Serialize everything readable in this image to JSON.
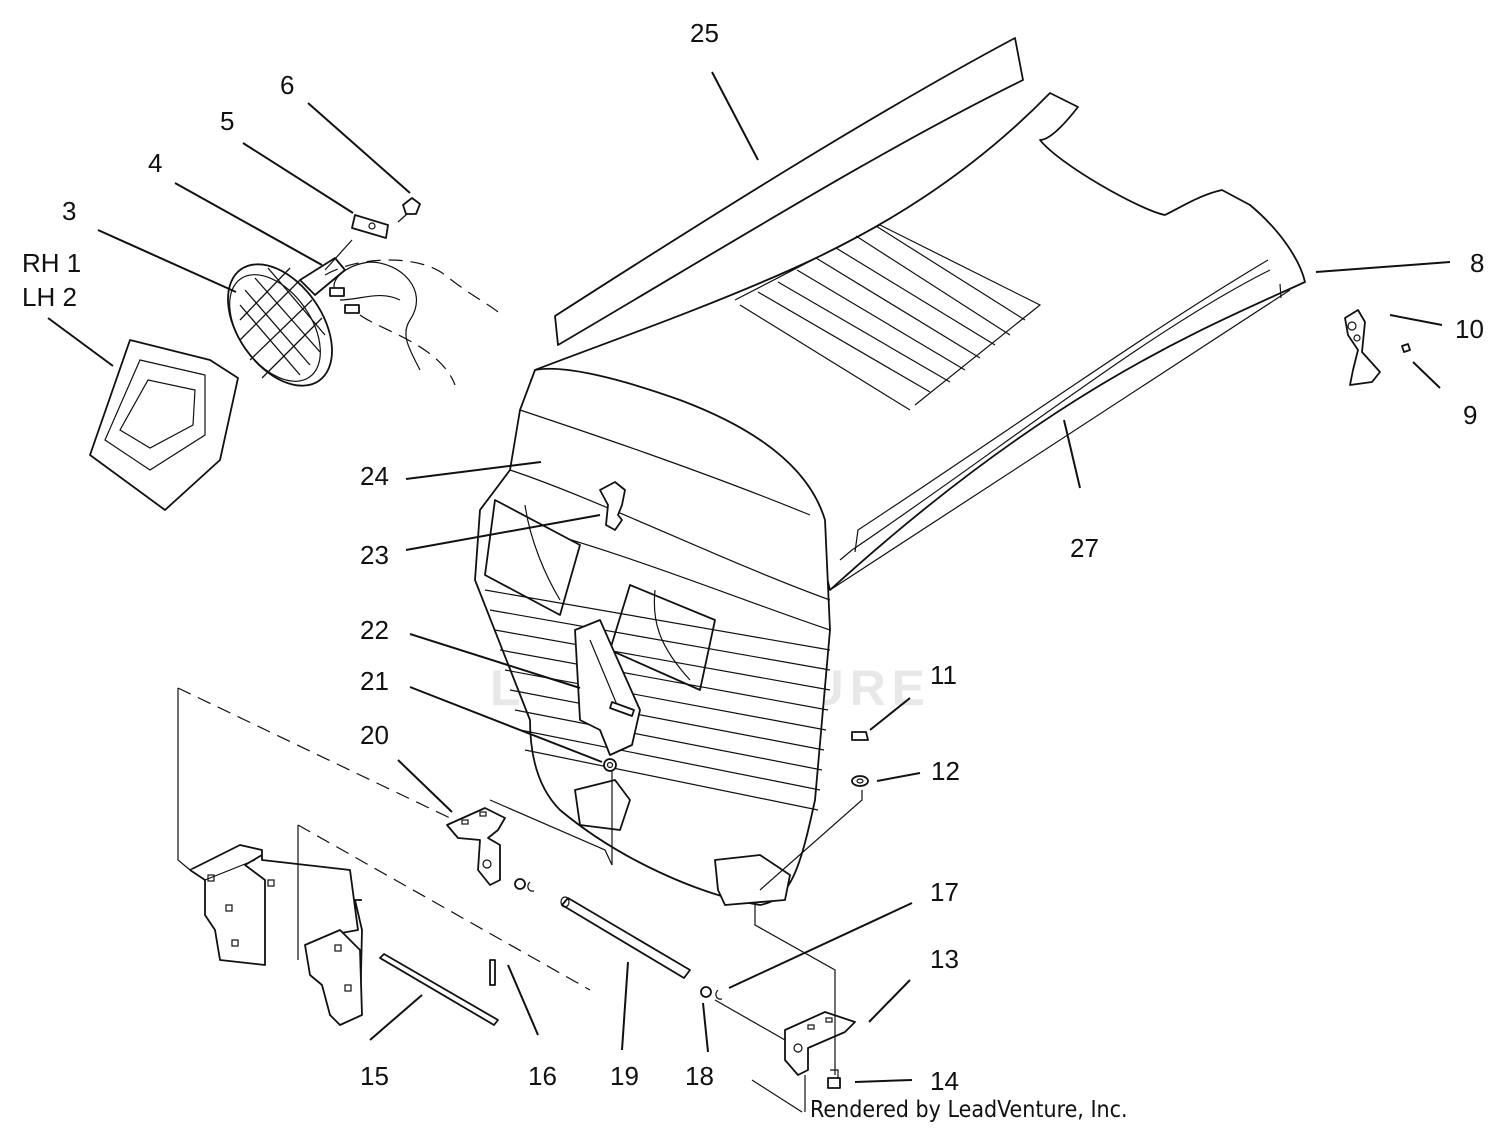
{
  "callouts": [
    {
      "id": "c25",
      "text": "25"
    },
    {
      "id": "c6",
      "text": "6"
    },
    {
      "id": "c5",
      "text": "5"
    },
    {
      "id": "c4",
      "text": "4"
    },
    {
      "id": "c3",
      "text": "3"
    },
    {
      "id": "c1",
      "text": "RH 1"
    },
    {
      "id": "c2",
      "text": "LH 2"
    },
    {
      "id": "c8",
      "text": "8"
    },
    {
      "id": "c10",
      "text": "10"
    },
    {
      "id": "c9",
      "text": "9"
    },
    {
      "id": "c24",
      "text": "24"
    },
    {
      "id": "c23",
      "text": "23"
    },
    {
      "id": "c27",
      "text": "27"
    },
    {
      "id": "c22",
      "text": "22"
    },
    {
      "id": "c21",
      "text": "21"
    },
    {
      "id": "c11",
      "text": "11"
    },
    {
      "id": "c20",
      "text": "20"
    },
    {
      "id": "c12",
      "text": "12"
    },
    {
      "id": "c17",
      "text": "17"
    },
    {
      "id": "c13",
      "text": "13"
    },
    {
      "id": "c15",
      "text": "15"
    },
    {
      "id": "c16",
      "text": "16"
    },
    {
      "id": "c19",
      "text": "19"
    },
    {
      "id": "c18",
      "text": "18"
    },
    {
      "id": "c14",
      "text": "14"
    }
  ],
  "credit": "Rendered by LeadVenture, Inc.",
  "watermark": "LEADVENTURE"
}
